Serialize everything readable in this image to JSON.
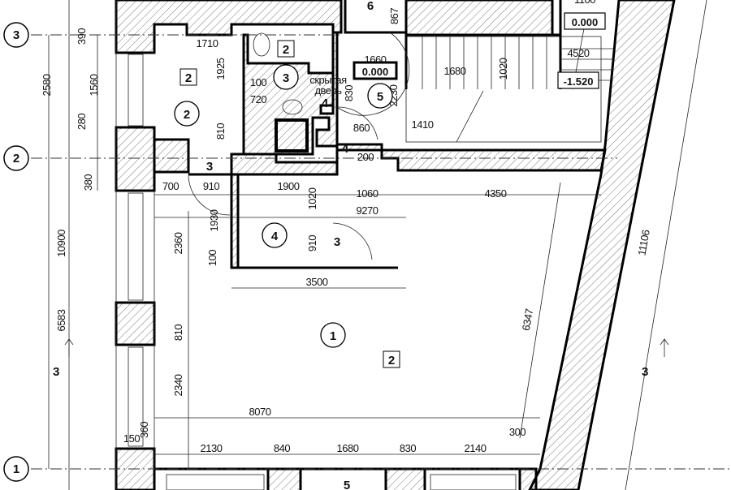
{
  "title": "Floor plan",
  "axes": [
    "3",
    "2",
    "1"
  ],
  "section_marks": [
    "3",
    "3"
  ],
  "dimensions": [
    "1710",
    "100",
    "720",
    "1660",
    "1680",
    "4520",
    "860",
    "1410",
    "200",
    "700",
    "910",
    "1900",
    "1060",
    "4350",
    "9270",
    "3500",
    "8070",
    "150",
    "2130",
    "840",
    "1680",
    "830",
    "2140",
    "300",
    "1100",
    "390",
    "1560",
    "280",
    "380",
    "2580",
    "10900",
    "6583",
    "1925",
    "810",
    "867",
    "830",
    "2230",
    "1020",
    "1930",
    "2360",
    "100",
    "1020",
    "910",
    "810",
    "2340",
    "360",
    "6347",
    "11106"
  ],
  "room_numbers_circled": [
    "2",
    "3",
    "5",
    "4",
    "1"
  ],
  "room_types_boxed": [
    "2",
    "2",
    "2"
  ],
  "door_marks": [
    "6",
    "3",
    "4",
    "4",
    "3",
    "5"
  ],
  "hidden_door_note": [
    "скрытая",
    "дверь"
  ],
  "elevations": [
    "0.000",
    "-1.520",
    "0.000"
  ],
  "colors": {
    "line": "#000000",
    "background": "#ffffff",
    "hatch": "#555555"
  }
}
